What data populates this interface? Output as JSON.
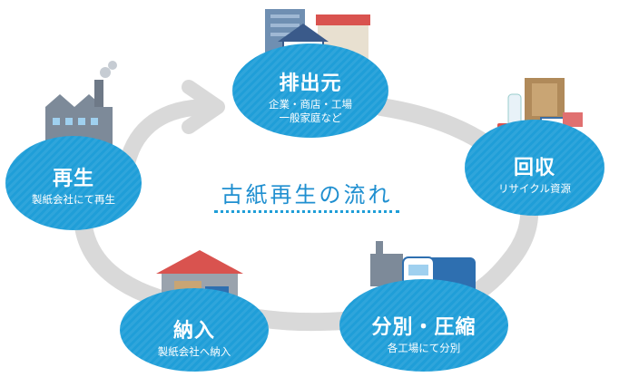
{
  "title": "古紙再生の流れ",
  "nodes": [
    {
      "title": "排出元",
      "subtitle": "企業・商店・工場\n一般家庭など"
    },
    {
      "title": "回収",
      "subtitle": "リサイクル資源"
    },
    {
      "title": "分別・圧縮",
      "subtitle": "各工場にて分別"
    },
    {
      "title": "納入",
      "subtitle": "製紙会社へ納入"
    },
    {
      "title": "再生",
      "subtitle": "製紙会社にて再生"
    }
  ],
  "icons": {
    "source": "buildings-houses-shop-icon",
    "collect": "recyclables-pile-icon",
    "sort": "factory-truck-icon",
    "deliver": "warehouse-truck-icon",
    "regen": "paper-mill-factory-icon"
  },
  "colors": {
    "node": "#1f9ed8",
    "ring": "#d9d9d9",
    "title": "#1f8fd0"
  }
}
